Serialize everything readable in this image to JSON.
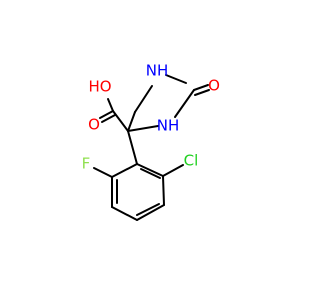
{
  "molecule": {
    "atoms": {
      "nh_top": {
        "text": "NH",
        "color": "#0000ff"
      },
      "o_ketone": {
        "text": "O",
        "color": "#ff0000"
      },
      "nh_right": {
        "text": "NH",
        "color": "#0000ff"
      },
      "ho": {
        "text": "HO",
        "color": "#ff0000"
      },
      "o_acid": {
        "text": "O",
        "color": "#ff0000"
      },
      "f": {
        "text": "F",
        "color": "#90e050"
      },
      "cl": {
        "text": "Cl",
        "color": "#1fd01f"
      }
    }
  }
}
